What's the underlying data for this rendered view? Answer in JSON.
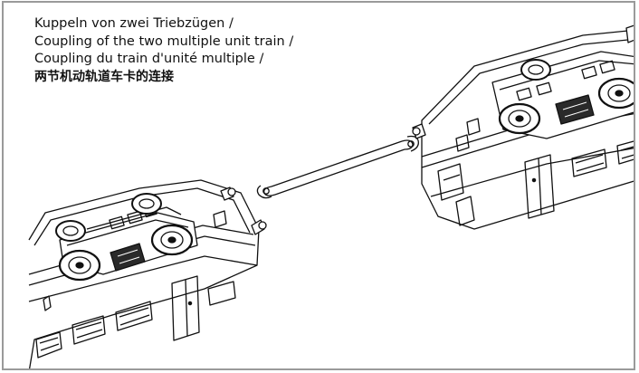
{
  "caption": {
    "line_de": "Kuppeln von zwei Triebzügen /",
    "line_en": "Coupling of the two multiple unit train /",
    "line_fr": "Coupling du train d'unité multiple /",
    "line_zh": "两节机动轨道车卡的连接"
  },
  "colors": {
    "frame": "#9a9a9a",
    "ink": "#111111",
    "shade": "#2a2a2a"
  }
}
